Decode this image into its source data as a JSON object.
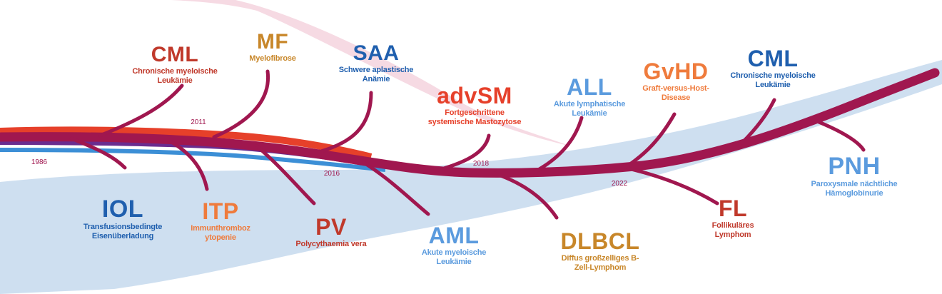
{
  "colors": {
    "trunk": "#a0174f",
    "ribbon_blue": "#c9dbee",
    "ribbon_pink": "#f2cfdc",
    "accent_red": "#e6402a",
    "accent_purple": "#6a2c8f",
    "accent_blue": "#2a7fc9"
  },
  "years": [
    "1986",
    "2011",
    "2016",
    "2018",
    "2022"
  ],
  "indications": [
    {
      "abbr": "CML",
      "desc": "Chronische myeloische Leukämie",
      "color": "#c0392b"
    },
    {
      "abbr": "MF",
      "desc": "Myelofibrose",
      "color": "#c8872a"
    },
    {
      "abbr": "SAA",
      "desc": "Schwere aplastische Anämie",
      "color": "#1f5fae"
    },
    {
      "abbr": "advSM",
      "desc": "Fortgeschrittene systemische Mastozytose",
      "color": "#e6402a"
    },
    {
      "abbr": "ALL",
      "desc": "Akute lymphatische Leukämie",
      "color": "#5b9bde"
    },
    {
      "abbr": "GvHD",
      "desc": "Graft-versus-Host-Disease",
      "color": "#ef7b3c"
    },
    {
      "abbr": "CML",
      "desc": "Chronische myeloische Leukämie",
      "color": "#1f5fae"
    },
    {
      "abbr": "IOL",
      "desc": "Transfusionsbedingte Eisenüberladung",
      "color": "#1f5fae"
    },
    {
      "abbr": "ITP",
      "desc": "Immunthrombozytopenie",
      "color": "#ef7b3c"
    },
    {
      "abbr": "PV",
      "desc": "Polycythaemia vera",
      "color": "#c0392b"
    },
    {
      "abbr": "AML",
      "desc": "Akute myeloische Leukämie",
      "color": "#5b9bde"
    },
    {
      "abbr": "DLBCL",
      "desc": "Diffus großzelliges B-Zell-Lymphom",
      "color": "#c8872a"
    },
    {
      "abbr": "FL",
      "desc": "Follikuläres Lymphom",
      "color": "#c0392b"
    },
    {
      "abbr": "PNH",
      "desc": "Paroxysmale nächtliche Hämoglobinurie",
      "color": "#5b9bde"
    }
  ]
}
